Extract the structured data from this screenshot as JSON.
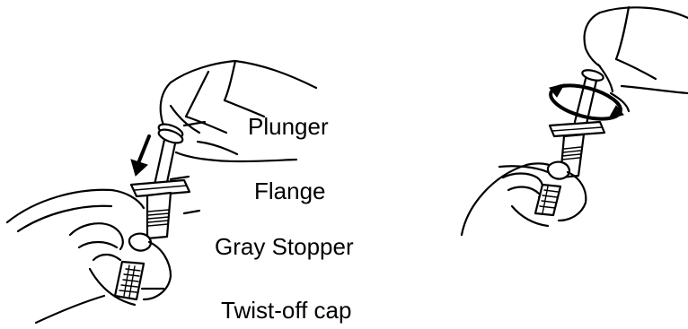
{
  "labels": {
    "plunger": "Plunger",
    "flange": "Flange",
    "gray_stopper": "Gray Stopper",
    "twist_off_cap": "Twist-off cap"
  }
}
